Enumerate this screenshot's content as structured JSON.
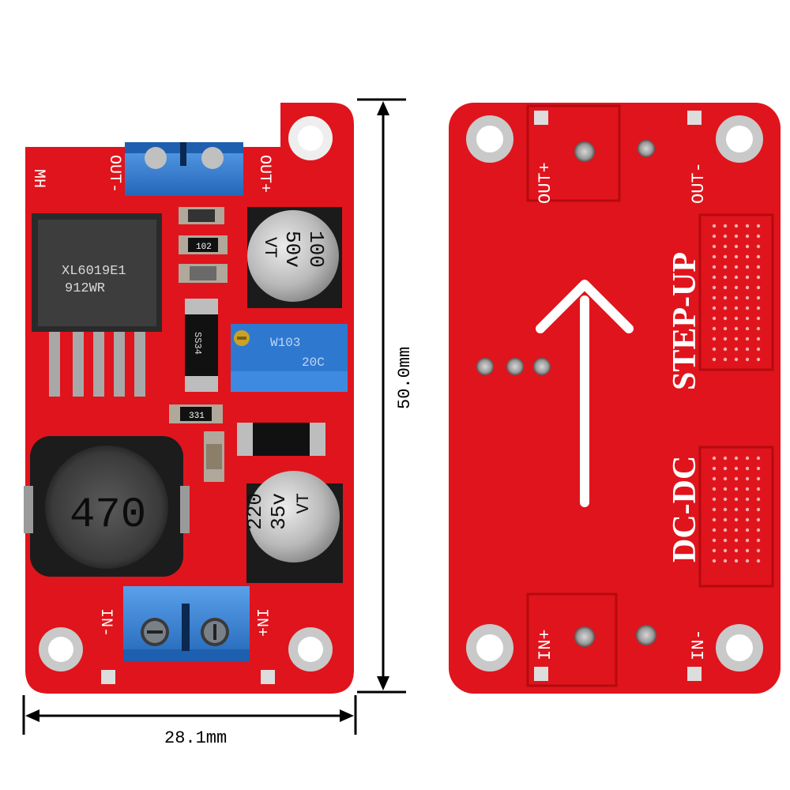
{
  "front_board": {
    "terminal_labels": {
      "out_minus": "OUT-",
      "out_plus": "OUT+",
      "in_minus": "IN-",
      "in_plus": "IN+",
      "mh": "MH"
    },
    "ic_marking_line1": "XL6019E1",
    "ic_marking_line2": "912WR",
    "resistor_top_code": "102",
    "resistor_mid_code": "331",
    "diode_marking": "SS34",
    "inductor_marking": "470",
    "trimmer_line1": "W103",
    "trimmer_line2": "20C",
    "cap_out_line1": "100",
    "cap_out_line2": "50v",
    "cap_out_line3": "VT",
    "cap_in_line1": "220",
    "cap_in_line2": "35v",
    "cap_in_line3": "VT"
  },
  "back_board": {
    "out_plus": "OUT+",
    "out_minus": "OUT-",
    "in_plus": "IN+",
    "in_minus": "IN-",
    "title_step_up": "STEP-UP",
    "title_dc_dc": "DC-DC"
  },
  "dimensions": {
    "height_label": "50.0mm",
    "width_label": "28.1mm"
  },
  "colors": {
    "pcb_red": "#e0141c",
    "terminal_blue": "#2f7fd6",
    "silkscreen": "#ffffff",
    "background": "#ffffff"
  }
}
